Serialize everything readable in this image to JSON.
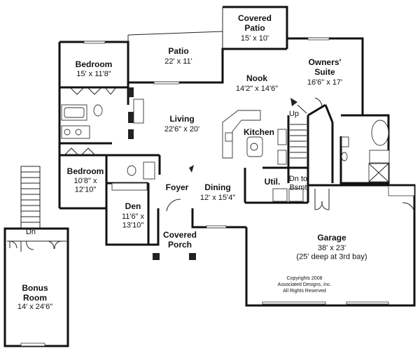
{
  "rooms": [
    {
      "id": "covered-patio-top",
      "name": "Covered\nPatio",
      "size": "15' x 10'"
    },
    {
      "id": "patio",
      "name": "Patio",
      "size": "22' x 11'"
    },
    {
      "id": "bedroom-1",
      "name": "Bedroom",
      "size": "15' x 11'8\""
    },
    {
      "id": "owners-suite",
      "name": "Owners'\nSuite",
      "size": "16'6\" x 17'"
    },
    {
      "id": "nook",
      "name": "Nook",
      "size": "14'2\" x 14'6\""
    },
    {
      "id": "living",
      "name": "Living",
      "size": "22'6\" x 20'"
    },
    {
      "id": "kitchen",
      "name": "Kitchen",
      "size": ""
    },
    {
      "id": "bedroom-2",
      "name": "Bedroom",
      "size": "10'8\" x\n12'10\""
    },
    {
      "id": "foyer",
      "name": "Foyer",
      "size": ""
    },
    {
      "id": "dining",
      "name": "Dining",
      "size": "12' x 15'4\""
    },
    {
      "id": "util",
      "name": "Util.",
      "size": ""
    },
    {
      "id": "den",
      "name": "Den",
      "size": "11'6\" x\n13'10\""
    },
    {
      "id": "covered-porch",
      "name": "Covered\nPorch",
      "size": ""
    },
    {
      "id": "garage",
      "name": "Garage",
      "size": "38' x 23'\n(25' deep at 3rd bay)"
    },
    {
      "id": "bonus-room",
      "name": "Bonus\nRoom",
      "size": "14' x 24'6\""
    }
  ],
  "labels": {
    "up": "Up",
    "dn_to_bsmt": "Dn to\nBsmt",
    "dn": "Dn"
  },
  "copyright": [
    "Copyrights 2008",
    "Associated Designs, Inc.",
    "All Rights Reserved"
  ]
}
